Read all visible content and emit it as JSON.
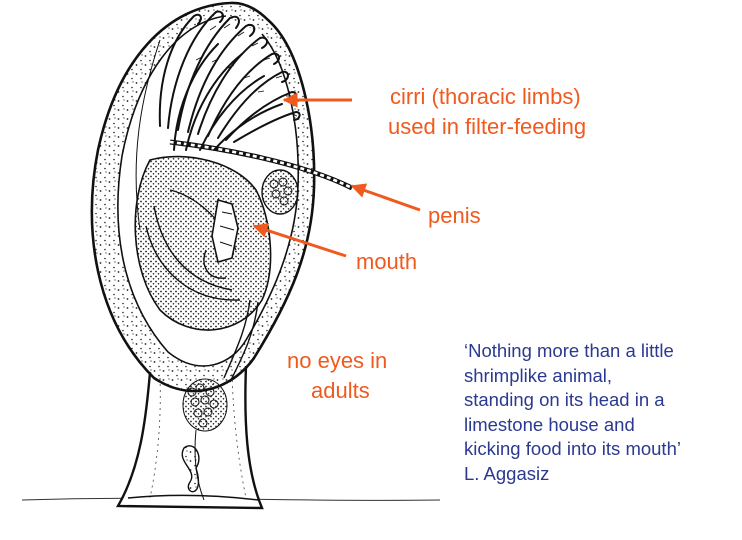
{
  "labels": {
    "cirri_line1": "cirri (thoracic limbs)",
    "cirri_line2": "used in filter-feeding",
    "penis": "penis",
    "mouth": "mouth",
    "eyes_line1": "no eyes in",
    "eyes_line2": "adults"
  },
  "quote": {
    "line1": "‘Nothing more than a little",
    "line2": "shrimplike animal,",
    "line3": "standing on its head in a",
    "line4": "limestone house and",
    "line5": "kicking food into its mouth’",
    "attribution": "L. Aggasiz"
  },
  "colors": {
    "label": "#f05a1e",
    "quote": "#2b3990",
    "ink": "#111111"
  }
}
